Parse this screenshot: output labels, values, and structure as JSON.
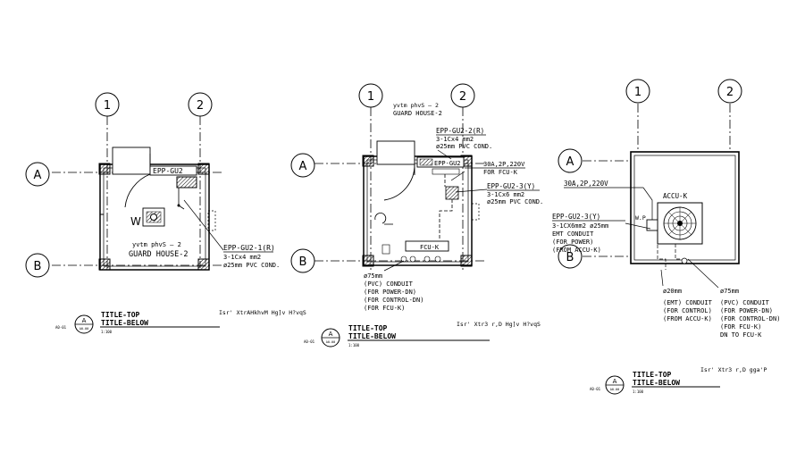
{
  "grid_labels": {
    "col_1": "1",
    "col_2": "2",
    "row_a": "A",
    "row_b": "B"
  },
  "panel_1": {
    "room_label": "W",
    "header_note": "yvtm phvS  –    2",
    "room_name": "GUARD HOUSE-2",
    "equip_tag": "EPP-GU2",
    "circuit_label": "EPP-GU2-1(R)",
    "cable_spec": "3-1Cx4 mm2",
    "conduit_spec": "ø25mm PVC COND.",
    "title_top": "TITLE-TOP",
    "title_below": "TITLE-BELOW",
    "side_note": "Isr' XtrAHkhvM Hg]v H?vqS",
    "scale": "1:100",
    "bubble_letter": "A",
    "bubble_code": "A0-00",
    "small_code": "A0-01"
  },
  "panel_2": {
    "header_note": "yvtm phvS  –    2",
    "room_name": "GUARD HOUSE-2",
    "circuit_top": "EPP-GU2-2(R)",
    "cable_top": "3-1Cx4 mm2",
    "conduit_top": "ø25mm PVC COND.",
    "equip_tag": "EPP-GU2",
    "breaker": "30A,2P,220V",
    "breaker_for": "FOR FCU-K",
    "circuit_mid": "EPP-GU2-3(Y)",
    "cable_mid": "3-1Cx6 mm2",
    "conduit_mid": "ø25mm PVC COND.",
    "unit_tag": "FCU-K",
    "conduit_size": "ø75mm",
    "conduit_lines": [
      "(PVC) CONDUIT",
      "(FOR POWER-DN)",
      "(FOR CONTROL-DN)",
      "(FOR FCU-K)"
    ],
    "title_top": "TITLE-TOP",
    "title_below": "TITLE-BELOW",
    "side_note": "Isr' Xtr3 r,D Hg]v H?vqS",
    "scale": "1:100",
    "bubble_letter": "A",
    "bubble_code": "A0-00",
    "small_code": "A0-01"
  },
  "panel_3": {
    "breaker": "30A,2P,220V",
    "unit_tag": "ACCU-K",
    "isolator_tag": "W.P",
    "circuit": "EPP-GU2-3(Y)",
    "cable": "3-1CX6mm2 ø25mm",
    "conduit_type": "EMT CONDUIT",
    "for_lines": [
      "(FOR POWER)",
      "(FROM ACCU-K)"
    ],
    "left_size": "ø20mm",
    "left_lines": [
      "(EMT) CONDUIT",
      "(FOR CONTROL)",
      "(FROM ACCU-K)"
    ],
    "right_size": "ø75mm",
    "right_lines": [
      "(PVC) CONDUIT",
      "(FOR POWER-DN)",
      "(FOR CONTROL-DN)",
      "(FOR FCU-K)",
      "DN TO FCU-K"
    ],
    "title_top": "TITLE-TOP",
    "title_below": "TITLE-BELOW",
    "side_note": "Isr' Xtr3 r,D gga'P",
    "scale": "1:100",
    "bubble_letter": "A",
    "bubble_code": "A0-00",
    "small_code": "A0-01"
  }
}
